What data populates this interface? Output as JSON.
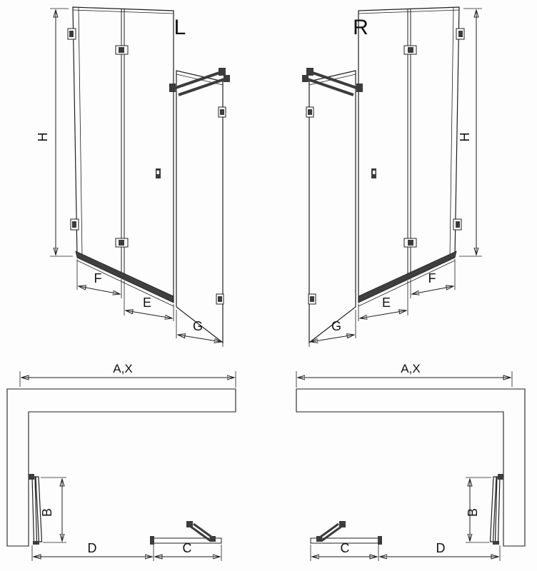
{
  "views": {
    "elevation_left": {
      "variant_label": "L",
      "height_dim": "H",
      "dim_f": "F",
      "dim_e": "E",
      "dim_g": "G"
    },
    "elevation_right": {
      "variant_label": "R",
      "height_dim": "H",
      "dim_f": "F",
      "dim_e": "E",
      "dim_g": "G"
    },
    "plan_left": {
      "width_dim": "A,X",
      "depth_dim": "B",
      "dim_d": "D",
      "dim_c": "C"
    },
    "plan_right": {
      "width_dim": "A,X",
      "depth_dim": "B",
      "dim_d": "D",
      "dim_c": "C"
    }
  }
}
